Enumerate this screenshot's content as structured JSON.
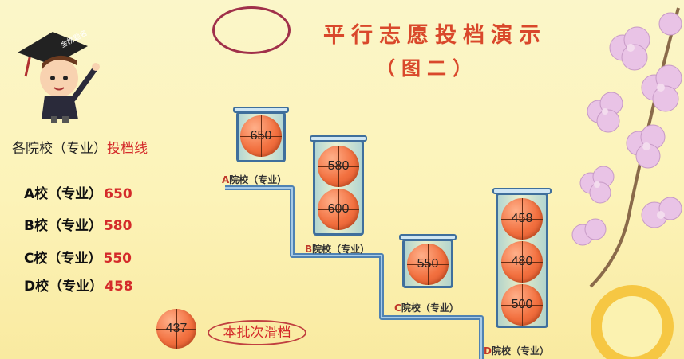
{
  "title": "平行志愿投档演示",
  "subtitle": "（图二）",
  "mascot_hat_text": "金榜题名",
  "legend": {
    "heading_prefix": "各院校（专业）",
    "heading_highlight": "投档线",
    "rows": [
      {
        "name": "A校（专业）",
        "value": "650"
      },
      {
        "name": "B校（专业）",
        "value": "580"
      },
      {
        "name": "C校（专业）",
        "value": "550"
      },
      {
        "name": "D校（专业）",
        "value": "458"
      }
    ]
  },
  "jars": [
    {
      "letter": "A",
      "label": "院校（专业）",
      "balls": [
        "650"
      ]
    },
    {
      "letter": "B",
      "label": "院校（专业）",
      "balls": [
        "580",
        "600"
      ]
    },
    {
      "letter": "C",
      "label": "院校（专业）",
      "balls": [
        "550"
      ]
    },
    {
      "letter": "D",
      "label": "院校（专业）",
      "balls": [
        "458",
        "480",
        "500"
      ]
    }
  ],
  "slide": {
    "score": "437",
    "label": "本批次滑档"
  },
  "colors": {
    "title": "#d9482b",
    "highlight": "#d42a2a",
    "stairs": "#5b8fbf",
    "ball": "#f2703f"
  }
}
